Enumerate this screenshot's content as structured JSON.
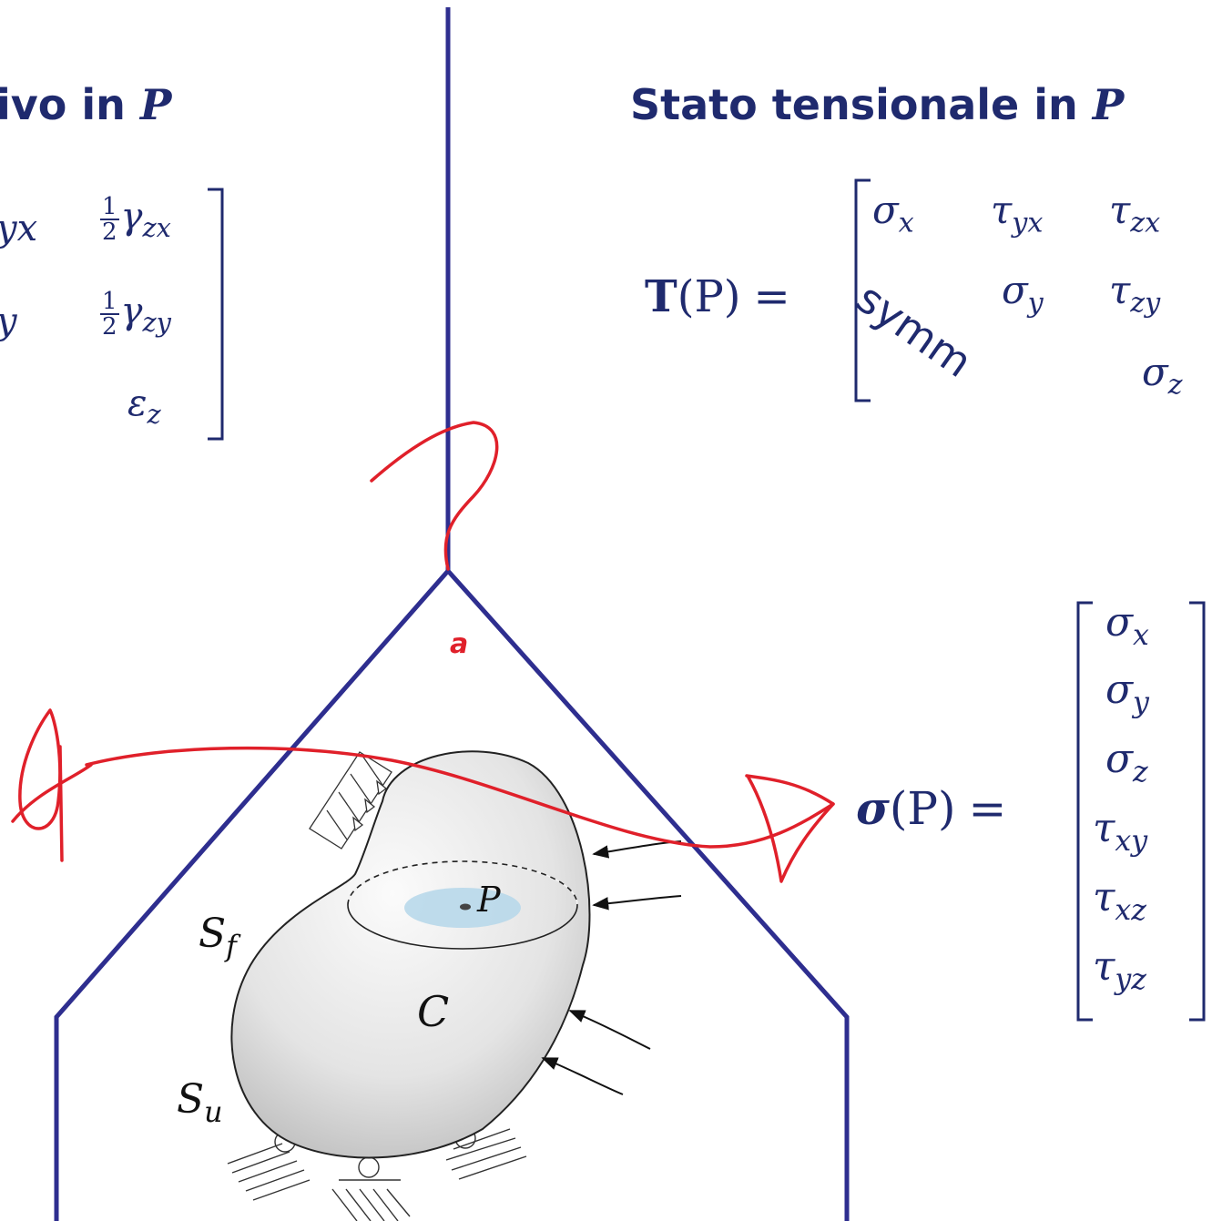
{
  "left_heading": {
    "visible_text": "ivo in ",
    "var": "P"
  },
  "right_heading": {
    "text": "Stato tensionale in ",
    "var": "P"
  },
  "strain_matrix": {
    "r1c2": "yx",
    "r1c3_frac_num": "1",
    "r1c3_frac_den": "2",
    "r1c3_symbol": "γ",
    "r1c3_sub": "zx",
    "r2c2": "y",
    "r2c3_frac_num": "1",
    "r2c3_frac_den": "2",
    "r2c3_symbol": "γ",
    "r2c3_sub": "zy",
    "r3c3_symbol": "ε",
    "r3c3_sub": "z"
  },
  "stress_tensor": {
    "lhs_symbol": "T",
    "lhs_arg": "(P)",
    "equals": "=",
    "r1": [
      {
        "s": "σ",
        "sub": "x"
      },
      {
        "s": "τ",
        "sub": "yx"
      },
      {
        "s": "τ",
        "sub": "zx"
      }
    ],
    "r2": [
      {
        "s": "σ",
        "sub": "y"
      },
      {
        "s": "τ",
        "sub": "zy"
      }
    ],
    "r3": [
      {
        "s": "σ",
        "sub": "z"
      }
    ],
    "symm_label": "symm"
  },
  "stress_vector": {
    "lhs_symbol": "σ",
    "lhs_arg": "(P)",
    "equals": "=",
    "entries": [
      {
        "s": "σ",
        "sub": "x"
      },
      {
        "s": "σ",
        "sub": "y"
      },
      {
        "s": "σ",
        "sub": "z"
      },
      {
        "s": "τ",
        "sub": "xy"
      },
      {
        "s": "τ",
        "sub": "xz"
      },
      {
        "s": "τ",
        "sub": "yz"
      }
    ]
  },
  "body_labels": {
    "sf": "S",
    "sf_sub": "f",
    "su": "S",
    "su_sub": "u",
    "c": "C",
    "p": "P"
  },
  "handwritten_mark": "a",
  "colors": {
    "ink_blue": "#1f2a6e",
    "line_blue": "#2e2e8f",
    "annotation_red": "#e0202a",
    "body_gray": "#d9d9d9",
    "section_blue": "#b8d8ea"
  }
}
